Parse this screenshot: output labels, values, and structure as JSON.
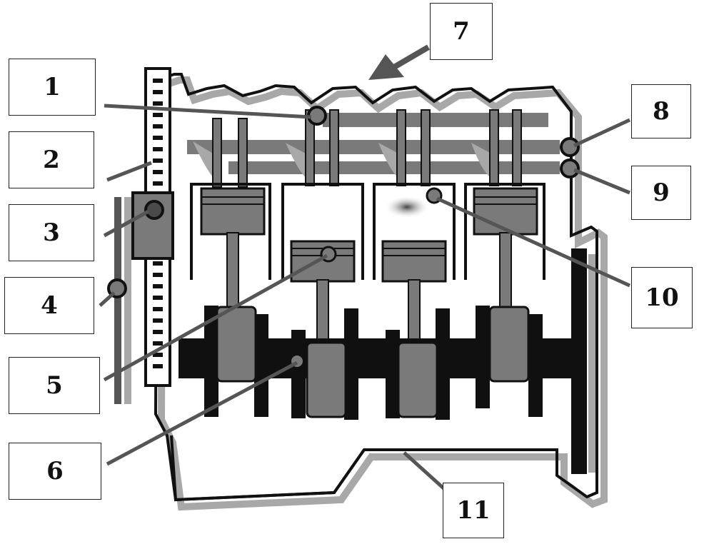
{
  "diagram": {
    "labels": {
      "l1": "1",
      "l2": "2",
      "l3": "3",
      "l4": "4",
      "l5": "5",
      "l6": "6",
      "l7": "7",
      "l8": "8",
      "l9": "9",
      "l10": "10",
      "l11": "11"
    },
    "colors": {
      "outline": "#111111",
      "shadow": "#a8a8a8",
      "part_gray": "#7a7a7a",
      "part_dark": "#4a4a4a",
      "crank_black": "#101010",
      "leader": "#555555"
    }
  }
}
